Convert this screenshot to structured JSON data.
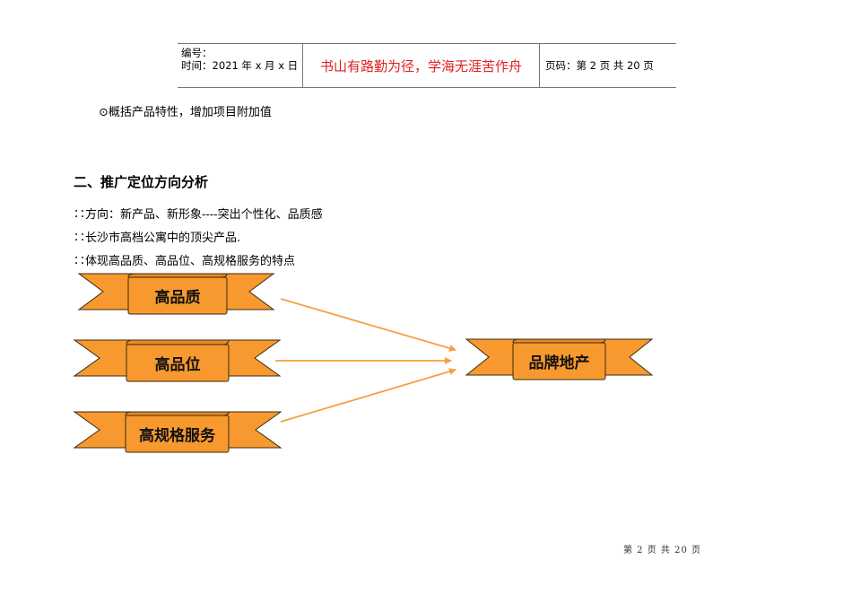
{
  "header": {
    "number_label": "编号：",
    "time_label": "时间：2021 年 x 月 x 日",
    "motto": "书山有路勤为径，学海无涯苦作舟",
    "page_info": "页码：第 2 页  共 20 页"
  },
  "body": {
    "bullet_line": "⊙概括产品特性，增加项目附加值",
    "section_title": "二、推广定位方向分析",
    "points": [
      "∷方向：新产品、新形象----突出个性化、品质感",
      "∷长沙市高档公寓中的顶尖产品.",
      "∷体现高品质、高品位、高规格服务的特点"
    ]
  },
  "diagram": {
    "ribbon_fill": "#F7992F",
    "ribbon_stroke": "#3a2a10",
    "arrow_color": "#F4A040",
    "sources": [
      "高品质",
      "高品位",
      "高规格服务"
    ],
    "target": "品牌地产"
  },
  "footer": {
    "page_text": "第 2 页 共 20 页"
  }
}
